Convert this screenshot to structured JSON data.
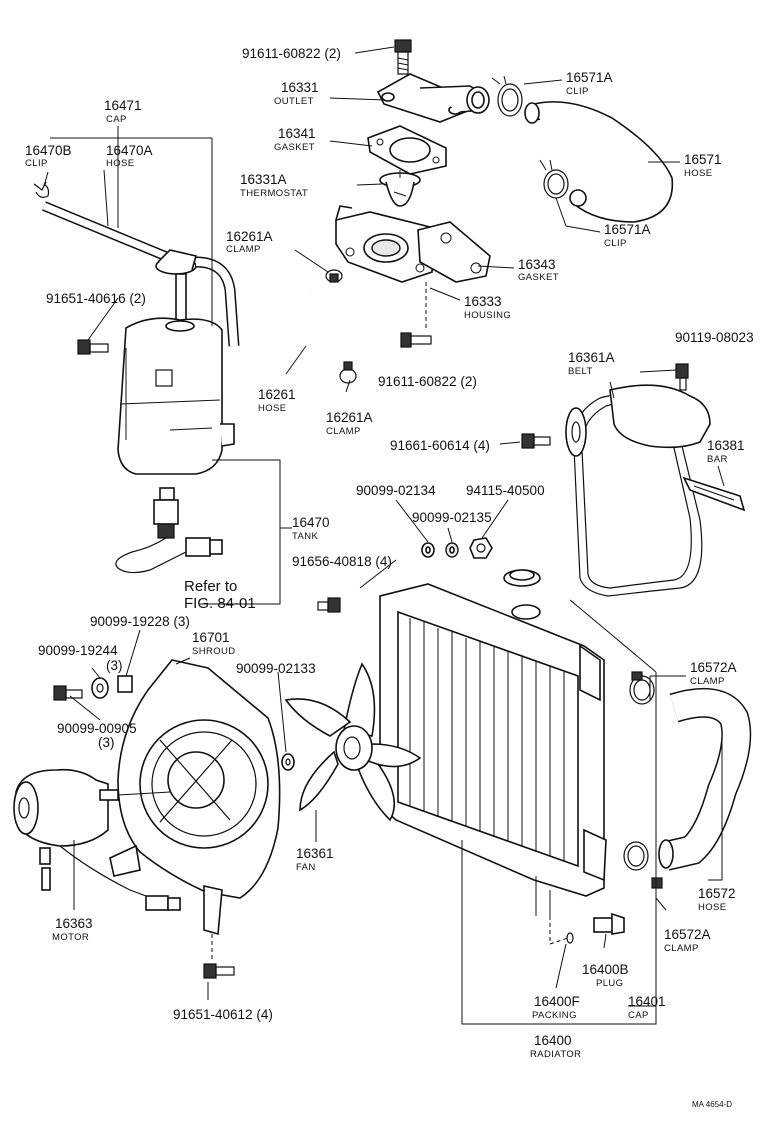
{
  "parts": {
    "p91611_60822_top": {
      "number": "91611-60822 (2)"
    },
    "p16331": {
      "number": "16331",
      "name": "OUTLET"
    },
    "p16341": {
      "number": "16341",
      "name": "GASKET"
    },
    "p16331A": {
      "number": "16331A",
      "name": "THERMOSTAT"
    },
    "p16571A_top": {
      "number": "16571A",
      "name": "CLIP"
    },
    "p16571": {
      "number": "16571",
      "name": "HOSE"
    },
    "p16571A_bot": {
      "number": "16571A",
      "name": "CLIP"
    },
    "p16471": {
      "number": "16471",
      "name": "CAP"
    },
    "p16470B": {
      "number": "16470B",
      "name": "CLIP"
    },
    "p16470A": {
      "number": "16470A",
      "name": "HOSE"
    },
    "p16261A_top": {
      "number": "16261A",
      "name": "CLAMP"
    },
    "p16343": {
      "number": "16343",
      "name": "GASKET"
    },
    "p16333": {
      "number": "16333",
      "name": "HOUSING"
    },
    "p91651_40616": {
      "number": "91651-40616 (2)"
    },
    "p91611_60822_mid": {
      "number": "91611-60822 (2)"
    },
    "p16261": {
      "number": "16261",
      "name": "HOSE"
    },
    "p16261A_bot": {
      "number": "16261A",
      "name": "CLAMP"
    },
    "p90119_08023": {
      "number": "90119-08023"
    },
    "p16361A": {
      "number": "16361A",
      "name": "BELT"
    },
    "p91661_60614": {
      "number": "91661-60614 (4)"
    },
    "p16381": {
      "number": "16381",
      "name": "BAR"
    },
    "p90099_02134": {
      "number": "90099-02134"
    },
    "p94115_40500": {
      "number": "94115-40500"
    },
    "p90099_02135": {
      "number": "90099-02135"
    },
    "p16470": {
      "number": "16470",
      "name": "TANK"
    },
    "p91656_40818": {
      "number": "91656-40818 (4)"
    },
    "p90099_19228": {
      "number": "90099-19228 (3)"
    },
    "p16701": {
      "number": "16701",
      "name": "SHROUD"
    },
    "p90099_19244": {
      "number": "90099-19244",
      "qty": "(3)"
    },
    "p90099_02133": {
      "number": "90099-02133"
    },
    "p16572A_top": {
      "number": "16572A",
      "name": "CLAMP"
    },
    "p90099_00905": {
      "number": "90099-00905",
      "qty": "(3)"
    },
    "p16361": {
      "number": "16361",
      "name": "FAN"
    },
    "p16572": {
      "number": "16572",
      "name": "HOSE"
    },
    "p16572A_bot": {
      "number": "16572A",
      "name": "CLAMP"
    },
    "p16363": {
      "number": "16363",
      "name": "MOTOR"
    },
    "p16400B": {
      "number": "16400B",
      "name": "PLUG"
    },
    "p91651_40612": {
      "number": "91651-40612 (4)"
    },
    "p16400F": {
      "number": "16400F",
      "name": "PACKING"
    },
    "p16401": {
      "number": "16401",
      "name": "CAP"
    },
    "p16400": {
      "number": "16400",
      "name": "RADIATOR"
    }
  },
  "reference": {
    "line1": "Refer to",
    "line2": "FIG. 84-01"
  },
  "footer": {
    "code": "MA  4654-D"
  }
}
